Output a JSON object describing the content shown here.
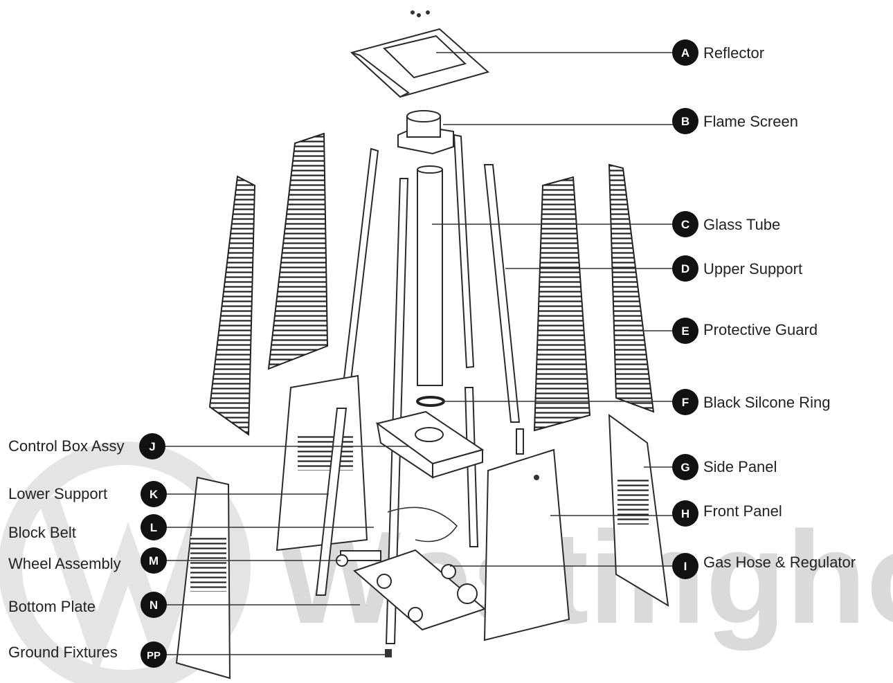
{
  "watermark": "Westinghouse",
  "callouts_right": [
    {
      "letter": "A",
      "label": "Reflector"
    },
    {
      "letter": "B",
      "label": "Flame Screen"
    },
    {
      "letter": "C",
      "label": "Glass Tube"
    },
    {
      "letter": "D",
      "label": "Upper Support"
    },
    {
      "letter": "E",
      "label": "Protective Guard"
    },
    {
      "letter": "F",
      "label": "Black Silcone Ring"
    },
    {
      "letter": "G",
      "label": "Side Panel"
    },
    {
      "letter": "H",
      "label": "Front Panel"
    },
    {
      "letter": "I",
      "label": "Gas Hose & Regulator"
    }
  ],
  "callouts_left": [
    {
      "letter": "J",
      "label": "Control Box Assy"
    },
    {
      "letter": "K",
      "label": "Lower Support"
    },
    {
      "letter": "L",
      "label": "Block Belt"
    },
    {
      "letter": "M",
      "label": "Wheel Assembly"
    },
    {
      "letter": "N",
      "label": "Bottom Plate"
    },
    {
      "letter": "PP",
      "label": "Ground Fixtures"
    }
  ]
}
